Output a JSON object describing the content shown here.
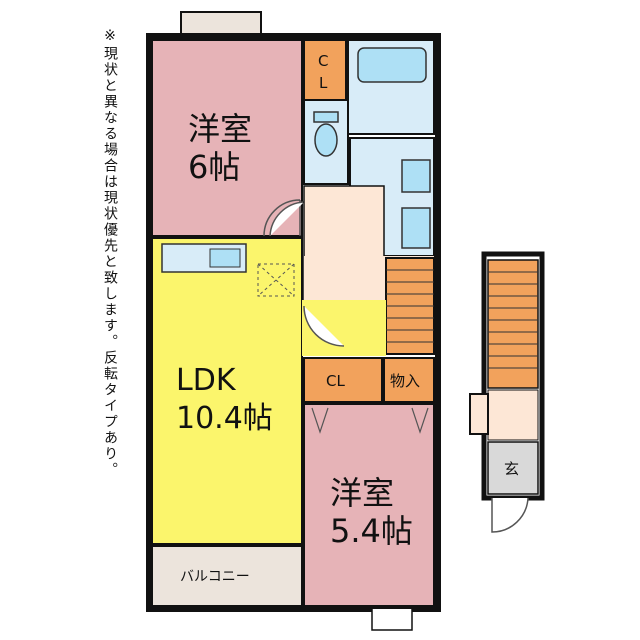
{
  "note": "※現状と異なる場合は現状優先と致します。反転タイプあり。",
  "rooms": {
    "bedroom1": {
      "label_line1": "洋室",
      "label_line2": "6帖"
    },
    "ldk": {
      "label_line1": "LDK",
      "label_line2": "10.4帖"
    },
    "bedroom2": {
      "label_line1": "洋室",
      "label_line2": "5.4帖"
    },
    "closet1": {
      "label_line1": "C",
      "label_line2": "L"
    },
    "closet2": {
      "label": "CL"
    },
    "storage": {
      "label": "物入"
    },
    "balcony": {
      "label": "バルコニー"
    },
    "entrance": {
      "label": "玄"
    }
  },
  "colors": {
    "bedroom": "#e6b3b7",
    "ldk": "#fbf56c",
    "closet": "#f2a25c",
    "wet": "#d8ecf8",
    "hall": "#fde7d6",
    "stairs": "#f2a25c",
    "balcony": "#ece4dc",
    "entrance": "#d9d9d9",
    "wall": "#111111"
  }
}
